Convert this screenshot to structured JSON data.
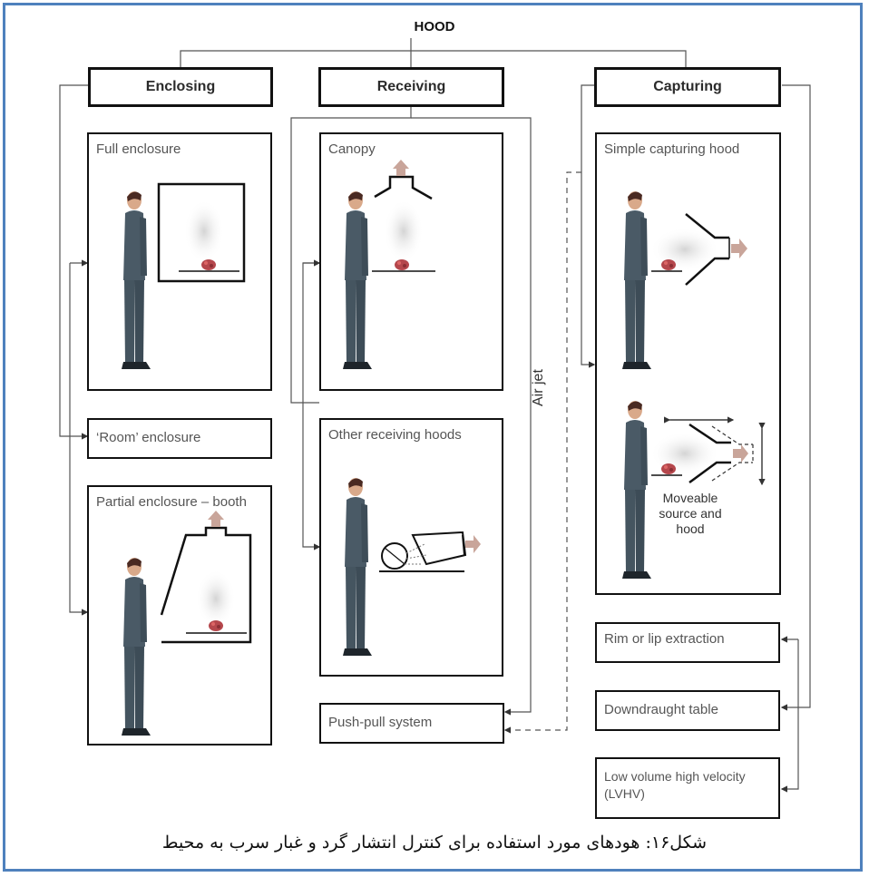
{
  "title": "HOOD",
  "categories": {
    "enclosing": "Enclosing",
    "receiving": "Receiving",
    "capturing": "Capturing"
  },
  "enclosing": {
    "full": "Full enclosure",
    "room": "‘Room’ enclosure",
    "partial": "Partial enclosure – booth"
  },
  "receiving": {
    "canopy": "Canopy",
    "other": "Other receiving hoods",
    "pushpull": "Push-pull system"
  },
  "capturing": {
    "simple": "Simple capturing hood",
    "moveable": "Moveable source and hood",
    "rim": "Rim or lip extraction",
    "downdraught": "Downdraught table",
    "lvhv": "Low volume high velocity (LVHV)"
  },
  "airjet": "Air jet",
  "caption": "شکل۱۶: هودهای مورد استفاده برای کنترل انتشار گرد و غبار سرب به محیط",
  "colors": {
    "frame": "#4f81bd",
    "worker": "#4a5a66",
    "source": "#b5474c",
    "arrow": "#c9a59a",
    "smoke": "#cfcfcf"
  }
}
